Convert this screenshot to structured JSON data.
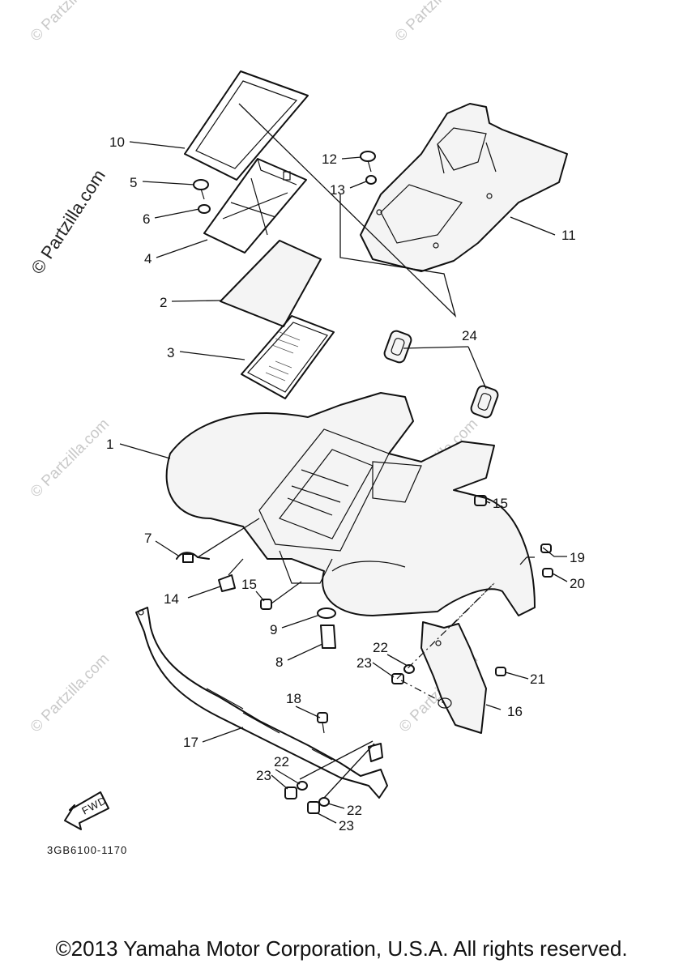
{
  "watermark_text": "© Partzilla.com",
  "diagram_code": "3GB6100-1170",
  "fwd_label": "FWD",
  "copyright": "©2013 Yamaha Motor Corporation, U.S.A. All rights reserved.",
  "callouts": {
    "c1": "1",
    "c2": "2",
    "c3": "3",
    "c4": "4",
    "c5": "5",
    "c6": "6",
    "c7": "7",
    "c8": "8",
    "c9": "9",
    "c10": "10",
    "c11": "11",
    "c12": "12",
    "c13": "13",
    "c14": "14",
    "c15a": "15",
    "c15b": "15",
    "c16": "16",
    "c17": "17",
    "c18": "18",
    "c19": "19",
    "c20": "20",
    "c21": "21",
    "c22a": "22",
    "c22b": "22",
    "c22c": "22",
    "c23a": "23",
    "c23b": "23",
    "c23c": "23",
    "c24": "24"
  }
}
